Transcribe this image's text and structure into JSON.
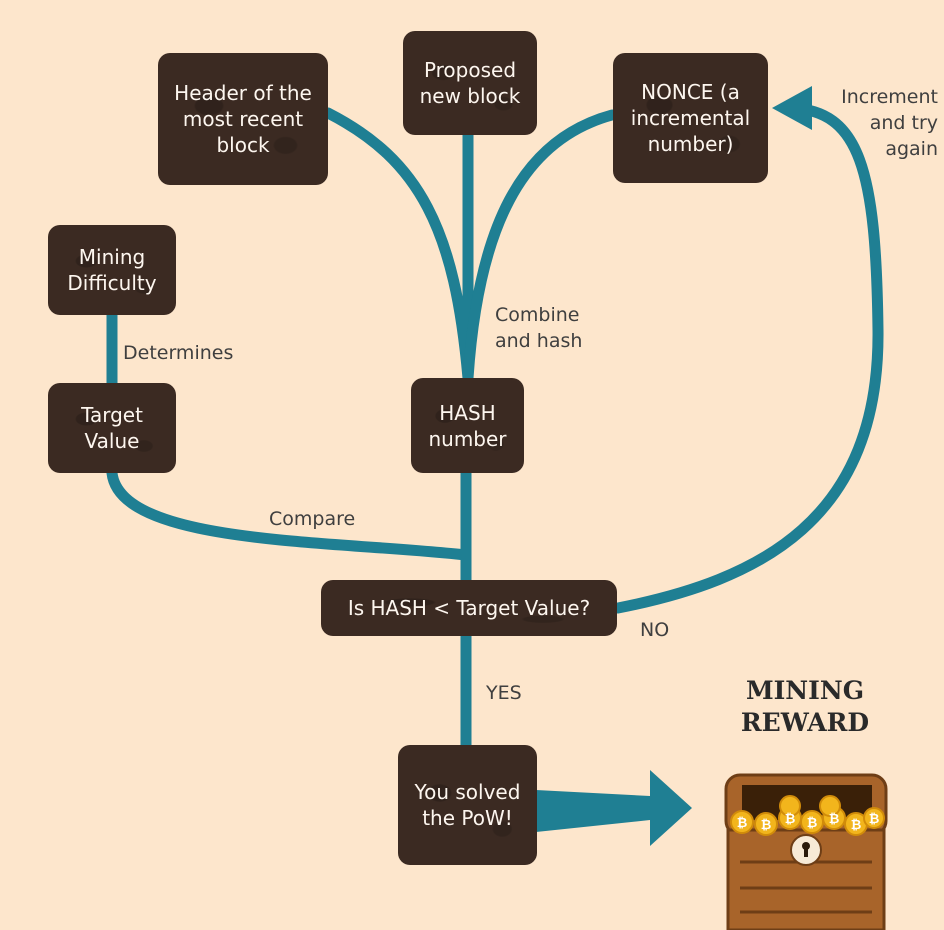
{
  "nodes": {
    "header": "Header of the\nmost recent\nblock",
    "proposed": "Proposed\nnew block",
    "nonce": "NONCE (a\nincremental\nnumber)",
    "difficulty": "Mining\nDifficulty",
    "target": "Target\nValue",
    "hash": "HASH\nnumber",
    "compare": "Is HASH < Target Value?",
    "solved": "You solved\nthe PoW!"
  },
  "labels": {
    "increment": "Increment\nand try\nagain",
    "combine": "Combine\nand hash",
    "determines": "Determines",
    "compare": "Compare",
    "no": "NO",
    "yes": "YES"
  },
  "reward_title": "MINING\nREWARD",
  "colors": {
    "background": "#fde6cc",
    "node": "#3b2a22",
    "connector": "#1f7f93",
    "chest": "#a8642a",
    "coin": "#f2b51c"
  },
  "icons": [
    "treasure-chest-icon",
    "bitcoin-coin-icon"
  ]
}
